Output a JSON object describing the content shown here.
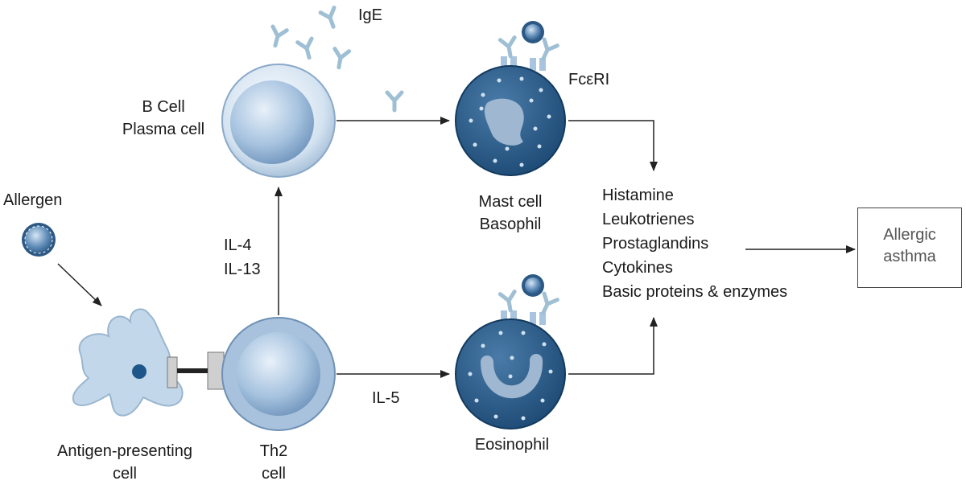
{
  "labels": {
    "ige": "IgE",
    "b_cell": "B Cell",
    "plasma_cell": "Plasma cell",
    "fceri": "FcεRI",
    "allergen": "Allergen",
    "il4": "IL-4",
    "il13": "IL-13",
    "mast_cell": "Mast cell",
    "basophil": "Basophil",
    "antigen_presenting_cell_1": "Antigen-presenting",
    "antigen_presenting_cell_2": "cell",
    "th2_1": "Th2",
    "th2_2": "cell",
    "il5": "IL-5",
    "eosinophil": "Eosinophil"
  },
  "mediators": [
    "Histamine",
    "Leukotrienes",
    "Prostaglandins",
    "Cytokines",
    "Basic proteins & enzymes"
  ],
  "outcome": {
    "line1": "Allergic",
    "line2": "asthma"
  },
  "colors": {
    "cell_light": "#a9c4de",
    "cell_dark": "#23547f",
    "nucleus_light": "#d7e5f3",
    "antibody": "#9fbfd4",
    "arrow": "#222222"
  }
}
